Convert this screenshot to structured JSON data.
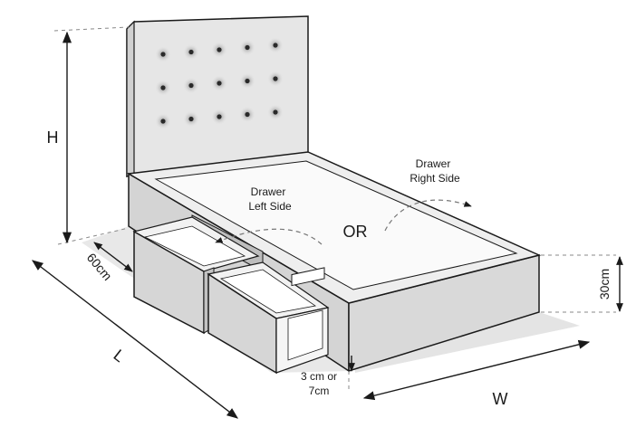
{
  "labels": {
    "height": "H",
    "length": "L",
    "width": "W",
    "drawer_depth": "60cm",
    "base_height": "30cm",
    "drawer_right_line1": "Drawer",
    "drawer_right_line2": "Right Side",
    "drawer_left_line1": "Drawer",
    "drawer_left_line2": "Left Side",
    "or": "OR",
    "clearance_line1": "3 cm or",
    "clearance_line2": "7cm"
  },
  "headboard": {
    "button_rows": 3,
    "buttons_per_row": 5
  },
  "colors": {
    "line": "#1a1a1a",
    "shade": "#d4d4d4",
    "headboard": "#e6e6e6",
    "panel": "#efefef"
  }
}
